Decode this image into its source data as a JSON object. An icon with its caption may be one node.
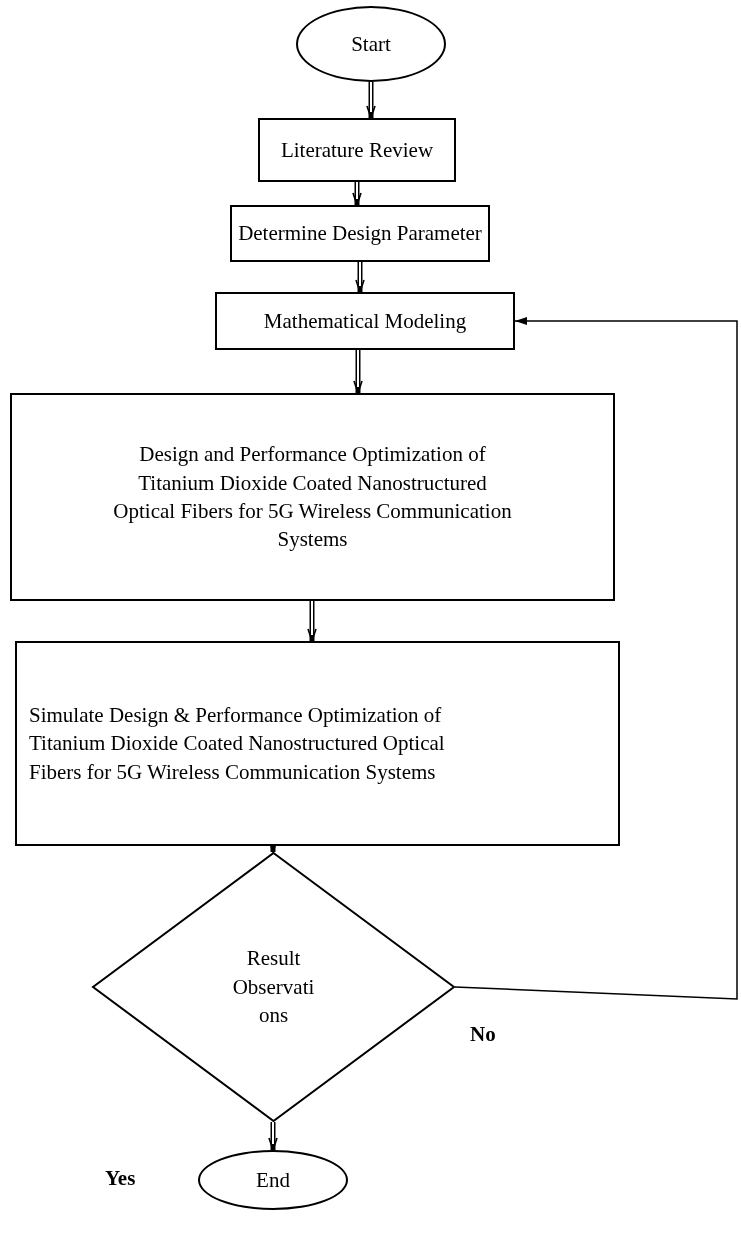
{
  "diagram": {
    "nodes": [
      {
        "text": [
          "Start"
        ]
      },
      {
        "text": [
          "Literature Review"
        ]
      },
      {
        "text": [
          "Determine Design Parameter"
        ]
      },
      {
        "text": [
          "Mathematical Modeling"
        ]
      },
      {
        "text": [
          "Design and Performance Optimization of Titanium Dioxide Coated Nanostructured Optical Fibers for 5G Wireless Communication Systems"
        ]
      },
      {
        "text": [
          "Simulate Design & Performance Optimization of Titanium Dioxide Coated Nanostructured Optical Fibers for 5G Wireless Communication Systems"
        ]
      },
      {
        "text": [
          "Result Observati ons"
        ]
      },
      {
        "text": [
          "End"
        ]
      }
    ],
    "edges": [
      {
        "from": 0,
        "to": 1,
        "arrow": "to"
      },
      {
        "from": 1,
        "to": 2,
        "arrow": "to"
      },
      {
        "from": 2,
        "to": 3,
        "arrow": "to"
      },
      {
        "from": 3,
        "to": 4,
        "arrow": "to"
      },
      {
        "from": 4,
        "to": 5,
        "arrow": "to"
      },
      {
        "from": 5,
        "to": 6,
        "arrow": "to"
      },
      {
        "from": 6,
        "to": 7,
        "arrow": "to"
      },
      {
        "from": 6,
        "to": 3,
        "arrow": "to",
        "label": "No"
      }
    ],
    "labels": [
      "Yes"
    ]
  }
}
